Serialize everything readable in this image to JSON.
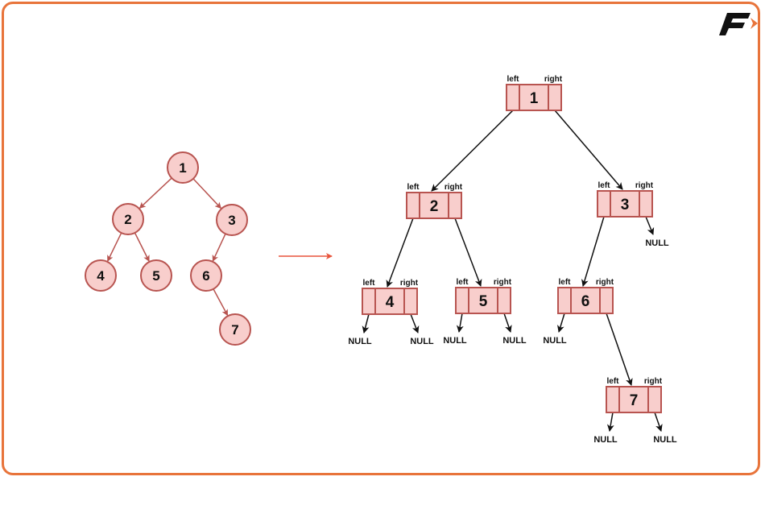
{
  "colors": {
    "frame": "#e8743b",
    "node_fill": "#f8cecc",
    "node_stroke": "#b85450",
    "edge_left": "#b85450",
    "arrow": "#e8543b"
  },
  "logo": {
    "text": "F"
  },
  "binary_tree": {
    "nodes": [
      "1",
      "2",
      "3",
      "4",
      "5",
      "6",
      "7"
    ],
    "edges": [
      [
        "1",
        "2"
      ],
      [
        "1",
        "3"
      ],
      [
        "2",
        "4"
      ],
      [
        "2",
        "5"
      ],
      [
        "3",
        "6"
      ],
      [
        "6",
        "7"
      ]
    ]
  },
  "linked_tree": {
    "left_label": "left",
    "right_label": "right",
    "null_label": "NULL",
    "nodes": [
      {
        "value": "1",
        "left": "2",
        "right": "3"
      },
      {
        "value": "2",
        "left": "4",
        "right": "5"
      },
      {
        "value": "3",
        "left": "6",
        "right": "NULL"
      },
      {
        "value": "4",
        "left": "NULL",
        "right": "NULL"
      },
      {
        "value": "5",
        "left": "NULL",
        "right": "NULL"
      },
      {
        "value": "6",
        "left": "NULL",
        "right": "7"
      },
      {
        "value": "7",
        "left": "NULL",
        "right": "NULL"
      }
    ]
  }
}
